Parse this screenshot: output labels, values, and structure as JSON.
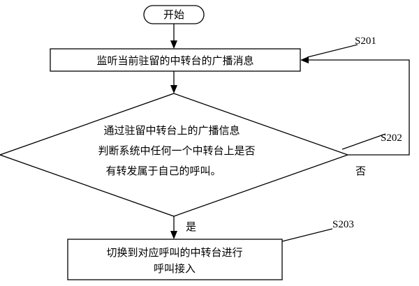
{
  "diagram": {
    "start_label": "开始",
    "step_s201": {
      "id": "S201",
      "text": "监听当前驻留的中转台的广播消息"
    },
    "decision_s202": {
      "id": "S202",
      "lines": [
        "通过驻留中转台上的广播信息",
        "判断系统中任何一个中转台上是否",
        "有转发属于自己的呼叫。"
      ],
      "yes_label": "是",
      "no_label": "否"
    },
    "step_s203": {
      "id": "S203",
      "lines": [
        "切换到对应呼叫的中转台进行",
        "呼叫接入"
      ]
    }
  },
  "colors": {
    "stroke": "#000000",
    "background": "#ffffff"
  }
}
